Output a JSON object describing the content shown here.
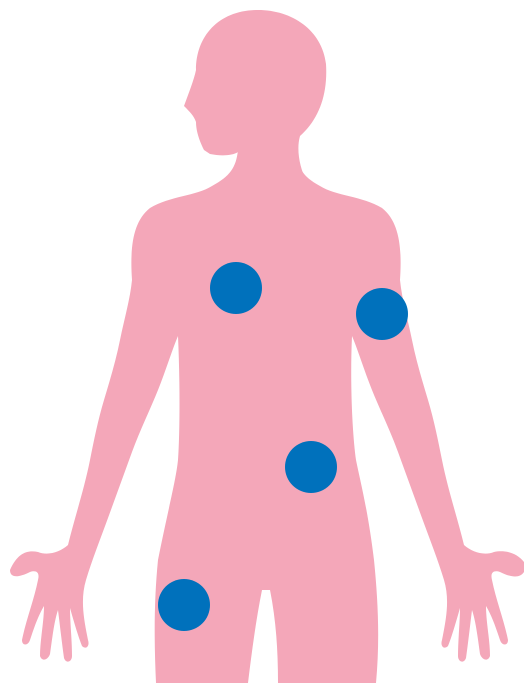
{
  "figure": {
    "description_visible_text": "",
    "colors": {
      "background": "#ffffff",
      "body": "#f4a7b9",
      "marker": "#0071bc"
    },
    "markers": [
      {
        "id": "upper-chest-left",
        "label": ""
      },
      {
        "id": "upper-arm-left",
        "label": ""
      },
      {
        "id": "abdomen-right",
        "label": ""
      },
      {
        "id": "thigh-right",
        "label": ""
      }
    ]
  }
}
